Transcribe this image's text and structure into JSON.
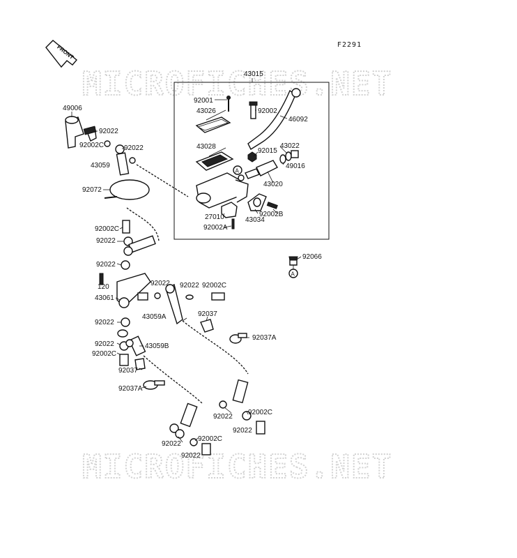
{
  "diagram": {
    "figure_code": "F2291",
    "front_arrow_label": "FRONT",
    "watermark": "MICROFICHES.NET",
    "assembly_label": "43015",
    "ref_marker": "A",
    "callouts": {
      "c49006": "49006",
      "c92022_a": "92022",
      "c92002c_a": "92002C",
      "c92022_b": "92022",
      "c43059": "43059",
      "c92072": "92072",
      "c92002c_b": "92002C",
      "c92022_c": "92022",
      "c92022_d": "92022",
      "c120": "120",
      "c43061": "43061",
      "c92022_e": "92022",
      "c92022_f": "92022",
      "c92002c_c": "92002C",
      "c92037_a": "92037",
      "c92037a_a": "92037A",
      "c92001": "92001",
      "c43026": "43026",
      "c43028": "43028",
      "c92002": "92002",
      "c46092": "46092",
      "c92015": "92015",
      "c43022": "43022",
      "c49016": "49016",
      "c43020": "43020",
      "c27010": "27010",
      "c43034": "43034",
      "c92002b": "92002B",
      "c92002a": "92002A",
      "c92066": "92066",
      "c92022_g": "92022",
      "c92022_h": "92022",
      "c92002c_d": "92002C",
      "c43059a": "43059A",
      "c92037_b": "92037",
      "c92037a_b": "92037A",
      "c43059b": "43059B",
      "c92022_i": "92022",
      "c92002c_e": "92002C",
      "c92022_j": "92022",
      "c92022_k": "92022",
      "c92002c_f": "92002C",
      "c92022_l": "92022"
    }
  }
}
